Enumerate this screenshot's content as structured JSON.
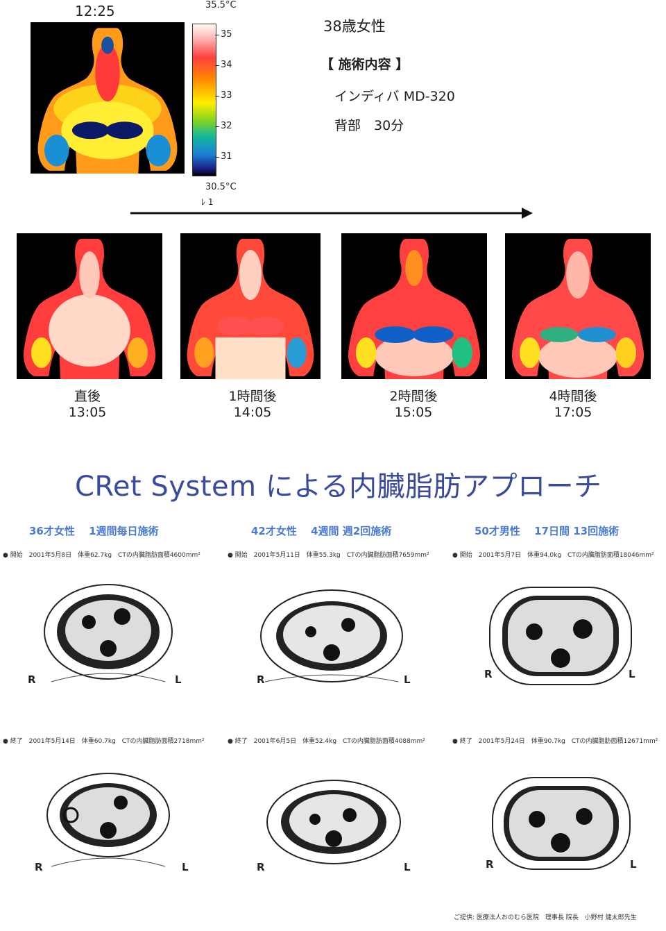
{
  "top": {
    "time": "12:25",
    "scale_max": "35.5°C",
    "scale_min": "30.5°C",
    "scale_ticks": [
      "35",
      "34",
      "33",
      "32",
      "31"
    ],
    "scale_sub": "ﾚ 1",
    "patient": "38歳女性",
    "treatment_header": "【 施術内容 】",
    "device": "インディバ MD-320",
    "area_time": "背部　30分"
  },
  "sequence": [
    {
      "label": "直後",
      "time": "13:05"
    },
    {
      "label": "1時間後",
      "time": "14:05"
    },
    {
      "label": "2時間後",
      "time": "15:05"
    },
    {
      "label": "4時間後",
      "time": "17:05"
    }
  ],
  "heading": "CRet System による内臓脂肪アプローチ",
  "cases": [
    {
      "title": "36才女性　 1週間毎日施術",
      "before": "● 開始　2001年5月8日　体重62.7kg　CTの内臓脂肪面積4600mm²",
      "after": "● 終了　2001年5月14日　体重60.7kg　CTの内臓脂肪面積2718mm²"
    },
    {
      "title": "42才女性　 4週間 週2回施術",
      "before": "● 開始　2001年5月11日　体重55.3kg　CTの内臓脂肪面積7659mm²",
      "after": "● 終了　2001年6月5日　体重52.4kg　CTの内臓脂肪面積4088mm²"
    },
    {
      "title": "50才男性　 17日間 13回施術",
      "before": "● 開始　2001年5月7日　体重94.0kg　CTの内臓脂肪面積18046mm²",
      "after": "● 終了　2001年5月24日　体重90.7kg　CTの内臓脂肪面積12671mm²"
    }
  ],
  "labels": {
    "right": "R",
    "left": "L"
  },
  "footer": "ご提供: 医療法人おのむら医院　理事長 院長　小野村 健太郎先生",
  "colors": {
    "heading": "#3a4a9c",
    "case_title": "#4a7bd0",
    "marker": "#e01818"
  }
}
